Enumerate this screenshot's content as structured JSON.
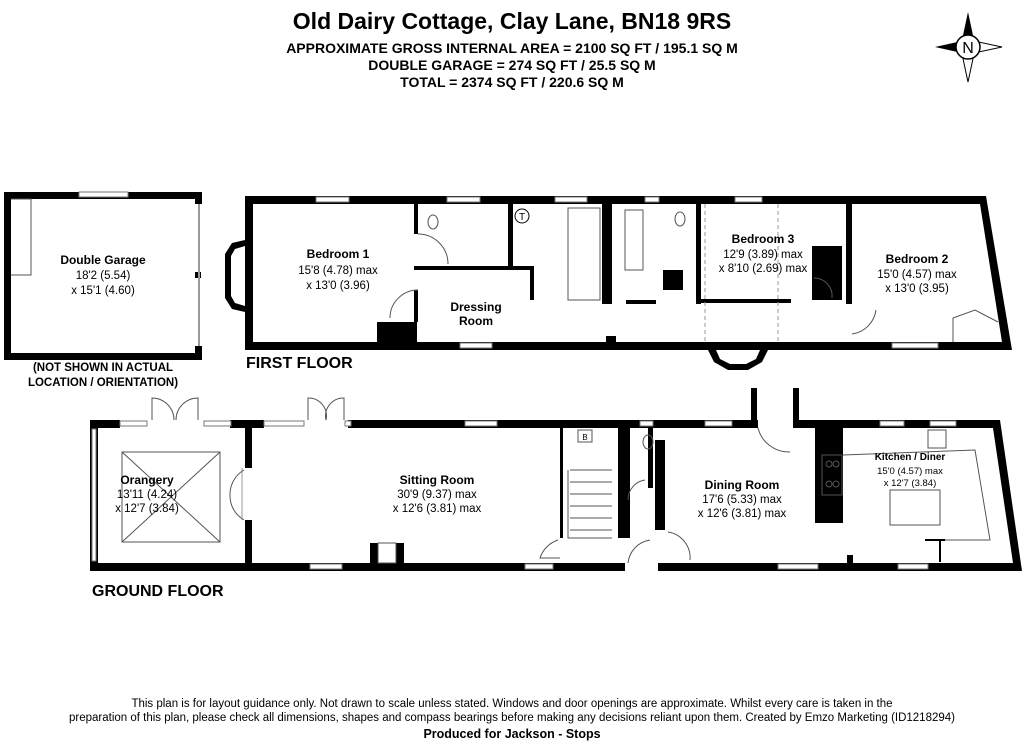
{
  "header": {
    "title": "Old Dairy Cottage, Clay Lane, BN18 9RS",
    "lines": [
      "APPROXIMATE GROSS INTERNAL AREA = 2100 SQ FT / 195.1 SQ M",
      "DOUBLE GARAGE = 274 SQ FT / 25.5 SQ M",
      "TOTAL = 2374 SQ FT / 220.6 SQ M"
    ]
  },
  "compass": {
    "label": "N",
    "icon": "north-compass-icon"
  },
  "garage": {
    "name": "Double Garage",
    "dim1": "18'2 (5.54)",
    "dim2": "x 15'1 (4.60)",
    "note1": "(NOT SHOWN IN ACTUAL",
    "note2": "LOCATION / ORIENTATION)"
  },
  "first_floor": {
    "label": "FIRST FLOOR",
    "tank_label": "T",
    "rooms": [
      {
        "name": "Bedroom 1",
        "dim1": "15'8 (4.78) max",
        "dim2": "x 13'0 (3.96)"
      },
      {
        "name": "Dressing",
        "dim1": "Room"
      },
      {
        "name": "Bedroom 3",
        "dim1": "12'9 (3.89) max",
        "dim2": "x 8'10 (2.69) max"
      },
      {
        "name": "Bedroom 2",
        "dim1": "15'0 (4.57) max",
        "dim2": "x 13'0 (3.95)"
      }
    ]
  },
  "ground_floor": {
    "label": "GROUND FLOOR",
    "boiler_label": "B",
    "rooms": [
      {
        "name": "Orangery",
        "dim1": "13'11 (4.24)",
        "dim2": "x 12'7 (3.84)"
      },
      {
        "name": "Sitting Room",
        "dim1": "30'9 (9.37) max",
        "dim2": "x 12'6 (3.81) max"
      },
      {
        "name": "Dining Room",
        "dim1": "17'6 (5.33) max",
        "dim2": "x 12'6 (3.81) max"
      },
      {
        "name": "Kitchen / Diner",
        "dim1": "15'0 (4.57) max",
        "dim2": "x 12'7 (3.84)"
      }
    ]
  },
  "footer": {
    "line1": "This plan is for layout guidance only. Not drawn to scale unless stated. Windows and door openings are approximate. Whilst every care is taken in the",
    "line2": "preparation of this plan, please check all dimensions, shapes and compass bearings before making any decisions reliant upon them. Created by Emzo Marketing (ID1218294)",
    "line3": "Produced for Jackson - Stops"
  }
}
